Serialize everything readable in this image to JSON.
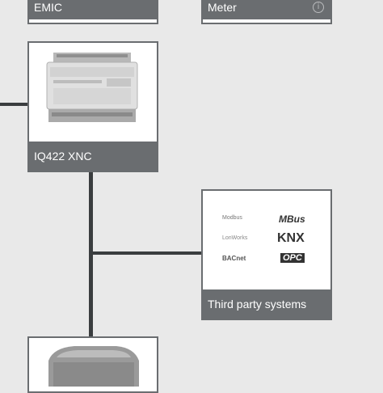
{
  "nodes": {
    "emic": {
      "label": "EMIC"
    },
    "meter": {
      "label": "Meter",
      "icon": "info-icon"
    },
    "iq422": {
      "label": "IQ422 XNC",
      "image": "controller-device-image"
    },
    "third_party": {
      "label": "Third party systems",
      "logos": [
        {
          "name": "modbus-logo",
          "text": "Modbus"
        },
        {
          "name": "mbus-logo",
          "text": "MBus"
        },
        {
          "name": "lonworks-logo",
          "text": "LonWorks"
        },
        {
          "name": "knx-logo",
          "text": "KNX"
        },
        {
          "name": "bacnet-logo",
          "text": "BACnet"
        },
        {
          "name": "opc-logo",
          "text": "OPC"
        }
      ]
    },
    "bottom_device": {
      "image": "device-enclosure-image"
    }
  },
  "colors": {
    "background": "#e9e9e9",
    "connector": "#3a3d3f",
    "label_bar": "#6a6d70",
    "label_text": "#ffffff"
  }
}
